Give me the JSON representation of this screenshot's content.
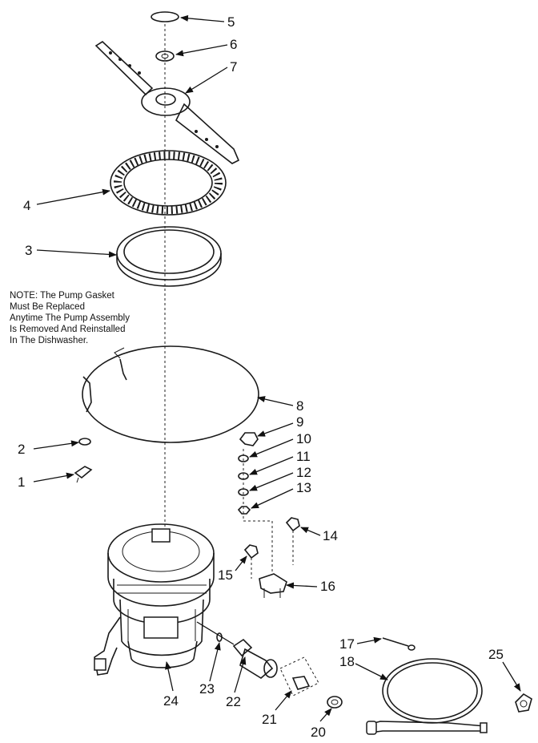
{
  "note": {
    "lines": [
      "NOTE: The Pump Gasket",
      "Must Be Replaced",
      "Anytime The Pump Assembly",
      "Is Removed And Reinstalled",
      "In The Dishwasher."
    ]
  },
  "callouts": {
    "c1": "1",
    "c2": "2",
    "c3": "3",
    "c4": "4",
    "c5": "5",
    "c6": "6",
    "c7": "7",
    "c8": "8",
    "c9": "9",
    "c10": "10",
    "c11": "11",
    "c12": "12",
    "c13": "13",
    "c14": "14",
    "c15": "15",
    "c16": "16",
    "c17": "17",
    "c18": "18",
    "c20": "20",
    "c21": "21",
    "c22": "22",
    "c23": "23",
    "c24": "24",
    "c25": "25"
  }
}
